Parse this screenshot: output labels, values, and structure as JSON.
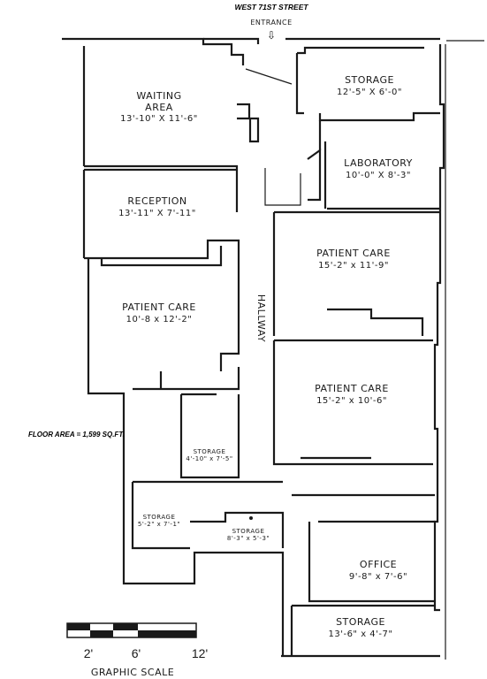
{
  "street": "WEST 71ST STREET",
  "entrance": "ENTRANCE",
  "entrance_arrow": "⇩",
  "hallway": "HALLWAY",
  "floor_area": "FLOOR AREA = 1,599 SQ.FT.",
  "rooms": {
    "waiting": {
      "name1": "WAITING",
      "name2": "AREA",
      "dims": "13'-10\" X 11'-6\""
    },
    "reception": {
      "name": "RECEPTION",
      "dims": "13'-11\" X 7'-11\""
    },
    "patient_care_left": {
      "name": "PATIENT CARE",
      "dims": "10'-8 x 12'-2\""
    },
    "storage_top": {
      "name": "STORAGE",
      "dims": "12'-5\" X 6'-0\""
    },
    "laboratory": {
      "name": "LABORATORY",
      "dims": "10'-0\" X 8'-3\""
    },
    "patient_care_right1": {
      "name": "PATIENT CARE",
      "dims": "15'-2\" x 11'-9\""
    },
    "patient_care_right2": {
      "name": "PATIENT CARE",
      "dims": "15'-2\" x 10'-6\""
    },
    "storage_small1": {
      "name": "STORAGE",
      "dims": "4'-10\" x 7'-5\""
    },
    "storage_small2": {
      "name": "STORAGE",
      "dims": "5'-2\" x 7'-1\""
    },
    "storage_small3": {
      "name": "STORAGE",
      "dims": "8'-3\" x 5'-3\""
    },
    "office": {
      "name": "OFFICE",
      "dims": "9'-8\" x 7'-6\""
    },
    "storage_bottom": {
      "name": "STORAGE",
      "dims": "13'-6\" x 4'-7\""
    }
  },
  "scale": {
    "labels": [
      "2'",
      "6'",
      "12'"
    ],
    "caption": "GRAPHIC SCALE"
  }
}
